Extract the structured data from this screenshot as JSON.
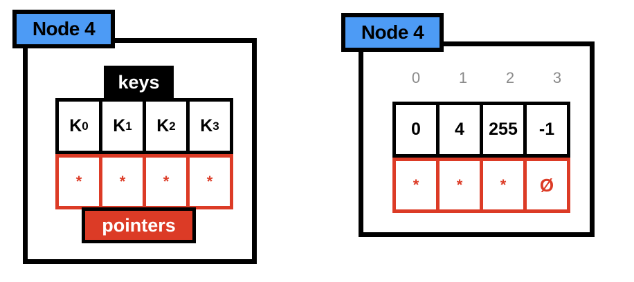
{
  "diagram": {
    "title_left": "Node 4",
    "title_right": "Node 4",
    "colors": {
      "accent_blue": "#4d9bf5",
      "accent_red": "#dc3b26",
      "black": "#000000",
      "index_gray": "#8a8a8a",
      "background": "#ffffff"
    }
  },
  "left_panel": {
    "node_label": "Node 4",
    "keys_caption": "keys",
    "pointers_caption": "pointers",
    "keys": [
      {
        "base": "K",
        "sub": "0"
      },
      {
        "base": "K",
        "sub": "1"
      },
      {
        "base": "K",
        "sub": "2"
      },
      {
        "base": "K",
        "sub": "3"
      }
    ],
    "pointers": [
      "*",
      "*",
      "*",
      "*"
    ]
  },
  "right_panel": {
    "node_label": "Node 4",
    "indices": [
      "0",
      "1",
      "2",
      "3"
    ],
    "keys": [
      "0",
      "4",
      "255",
      "-1"
    ],
    "pointers": [
      "*",
      "*",
      "*",
      "Ø"
    ]
  }
}
